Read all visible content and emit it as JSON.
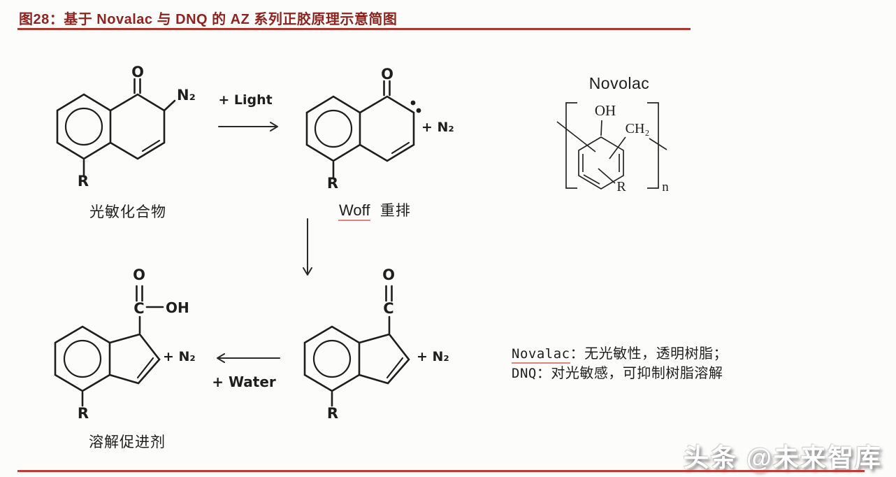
{
  "header": {
    "figure_title": "图28：基于 Novalac 与 DNQ 的 AZ 系列正胶原理示意简图"
  },
  "molecules": {
    "dnq": {
      "o": "O",
      "n2": "N₂",
      "r": "R",
      "caption": "光敏化合物"
    },
    "carbene": {
      "o": "O",
      "plus_n2": "+ N₂",
      "r": "R",
      "caption_en": "Woff",
      "caption_zh": "重排"
    },
    "novolac": {
      "title": "Novolac",
      "oh": "OH",
      "ch2": "CH₂",
      "r": "R",
      "n": "n"
    },
    "ketene": {
      "o": "O",
      "c": "C",
      "plus_n2": "+ N₂",
      "r": "R"
    },
    "acid": {
      "o": "O",
      "c": "C",
      "oh": "OH",
      "plus_n2": "+ N₂",
      "r": "R",
      "caption": "溶解促进剂"
    }
  },
  "arrows": {
    "light": "+ Light",
    "water": "+ Water"
  },
  "notes": {
    "line1_label": "Novalac",
    "line1_text": "：无光敏性，透明树脂；",
    "line2_label": "DNQ",
    "line2_text": "：对光敏感，可抑制树脂溶解"
  },
  "watermark": "头条 @未来智库",
  "colors": {
    "title_red": "#8e241f",
    "rule_red_top": "#ad372c",
    "rule_red_bottom": "#c23a34",
    "underline_salmon": "#e0857c",
    "ink": "#1e1e1e"
  }
}
